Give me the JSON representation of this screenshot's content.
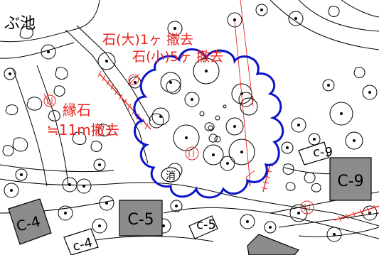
{
  "map": {
    "pond_label": "ぶ池",
    "annotations": {
      "stone_large": "石(大)1ヶ 撤去",
      "stone_small": "石(小)5ヶ 撤去",
      "edge_stone": "縁石",
      "edge_stone_length": "≒11m撤去",
      "extinguish_mark": "消"
    },
    "blocks": {
      "c4": "C-4",
      "c5": "C-5",
      "c9": "C-9"
    },
    "tags": {
      "c4": "c-4",
      "c5": "c-5",
      "c9": "c-9"
    },
    "colors": {
      "annotation_red": "#e8231e",
      "removal_cloud_blue": "#0a14c8",
      "block_gray": "#8c8c8c",
      "linework": "#000000"
    }
  }
}
